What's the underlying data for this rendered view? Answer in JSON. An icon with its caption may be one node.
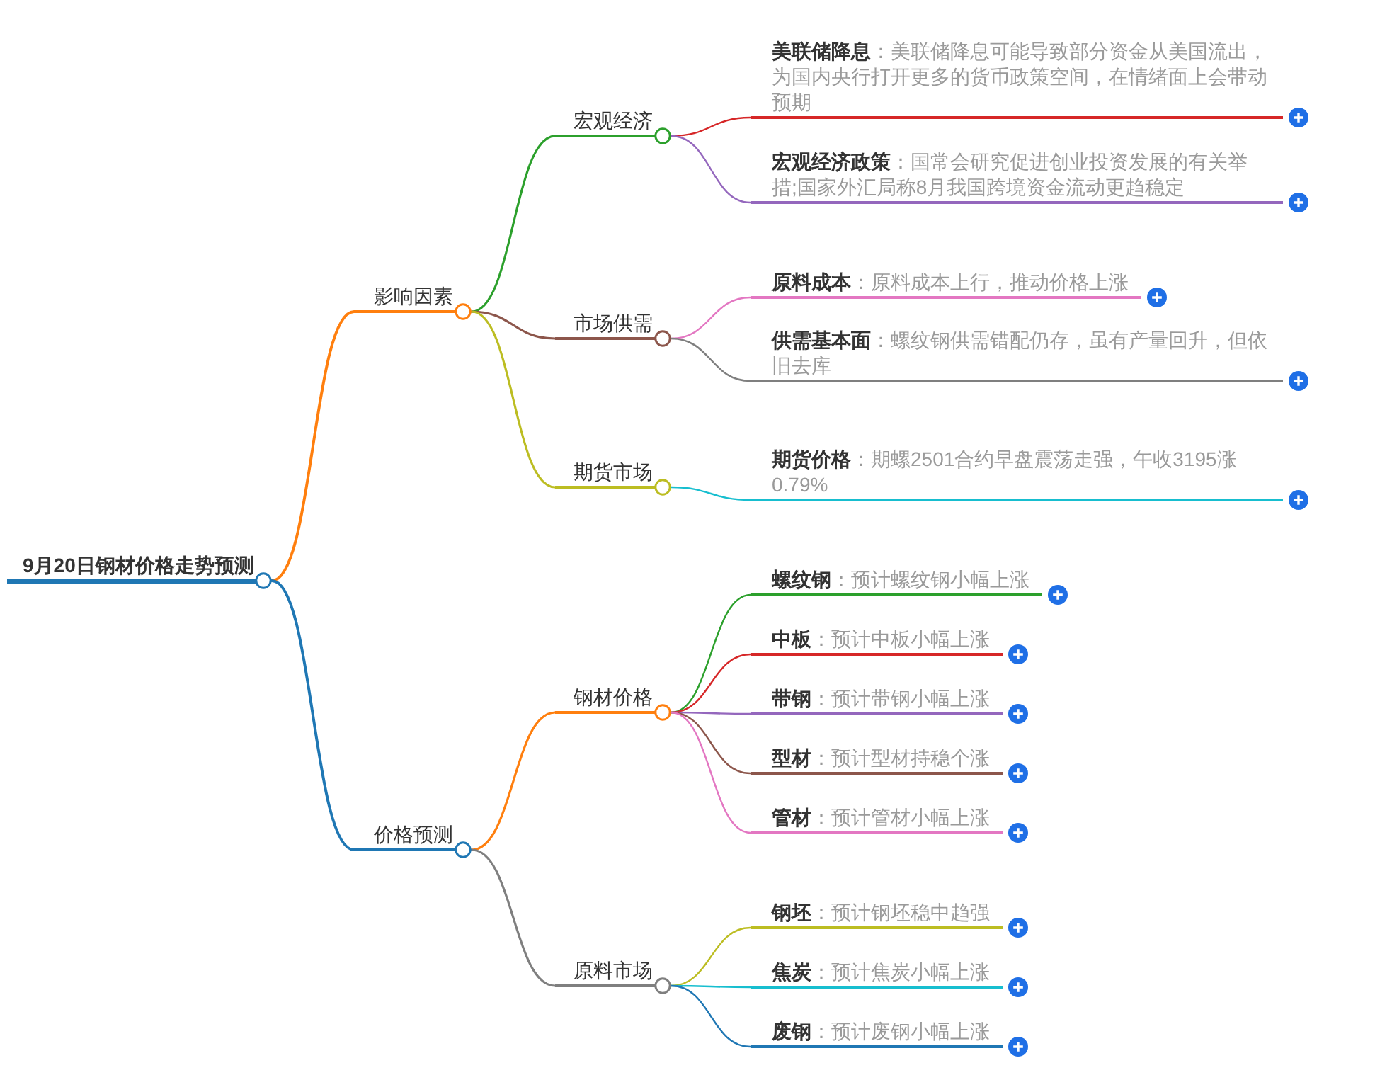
{
  "diagram": {
    "nodes": [
      {
        "text": [
          "9月20日钢材价格走势预测"
        ]
      },
      {
        "text": [
          "影响因素"
        ]
      },
      {
        "text": [
          "宏观经济"
        ]
      },
      {
        "text": [
          "**美联储降息**：美联储降息可能导致部分资金从美国流出，为国内央行打开更多的货币政策空间，在情绪面上会带动预期"
        ]
      },
      {
        "text": [
          "**宏观经济政策**：国常会研究促进创业投资发展的有关举措;国家外汇局称8月我国跨境资金流动更趋稳定"
        ]
      },
      {
        "text": [
          "市场供需"
        ]
      },
      {
        "text": [
          "**原料成本**：原料成本上行，推动价格上涨"
        ]
      },
      {
        "text": [
          "**供需基本面**：螺纹钢供需错配仍存，虽有产量回升，但依旧去库"
        ]
      },
      {
        "text": [
          "期货市场"
        ]
      },
      {
        "text": [
          "**期货价格**：期螺2501合约早盘震荡走强，午收3195涨0.79%"
        ]
      },
      {
        "text": [
          "价格预测"
        ]
      },
      {
        "text": [
          "钢材价格"
        ]
      },
      {
        "text": [
          "**螺纹钢**：预计螺纹钢小幅上涨"
        ]
      },
      {
        "text": [
          "**中板**：预计中板小幅上涨"
        ]
      },
      {
        "text": [
          "**带钢**：预计带钢小幅上涨"
        ]
      },
      {
        "text": [
          "**型材**：预计型材持稳个涨"
        ]
      },
      {
        "text": [
          "**管材**：预计管材小幅上涨"
        ]
      },
      {
        "text": [
          "原料市场"
        ]
      },
      {
        "text": [
          "**钢坯**：预计钢坯稳中趋强"
        ]
      },
      {
        "text": [
          "**焦炭**：预计焦炭小幅上涨"
        ]
      },
      {
        "text": [
          "**废钢**：预计废钢小幅上涨"
        ]
      }
    ],
    "edges": [
      {
        "from": 0,
        "to": 1,
        "arrow": "none",
        "color": "#ff7f0e"
      },
      {
        "from": 1,
        "to": 2,
        "arrow": "none",
        "color": "#2ca02c"
      },
      {
        "from": 2,
        "to": 3,
        "arrow": "none",
        "color": "#d62728"
      },
      {
        "from": 2,
        "to": 4,
        "arrow": "none",
        "color": "#9467bd"
      },
      {
        "from": 1,
        "to": 5,
        "arrow": "none",
        "color": "#8c564b"
      },
      {
        "from": 5,
        "to": 6,
        "arrow": "none",
        "color": "#e377c2"
      },
      {
        "from": 5,
        "to": 7,
        "arrow": "none",
        "color": "#7f7f7f"
      },
      {
        "from": 1,
        "to": 8,
        "arrow": "none",
        "color": "#bcbd22"
      },
      {
        "from": 8,
        "to": 9,
        "arrow": "none",
        "color": "#17becf"
      },
      {
        "from": 0,
        "to": 10,
        "arrow": "none",
        "color": "#1f77b4"
      },
      {
        "from": 10,
        "to": 11,
        "arrow": "none",
        "color": "#ff7f0e"
      },
      {
        "from": 11,
        "to": 12,
        "arrow": "none",
        "color": "#2ca02c"
      },
      {
        "from": 11,
        "to": 13,
        "arrow": "none",
        "color": "#d62728"
      },
      {
        "from": 11,
        "to": 14,
        "arrow": "none",
        "color": "#9467bd"
      },
      {
        "from": 11,
        "to": 15,
        "arrow": "none",
        "color": "#8c564b"
      },
      {
        "from": 11,
        "to": 16,
        "arrow": "none",
        "color": "#e377c2"
      },
      {
        "from": 10,
        "to": 17,
        "arrow": "none",
        "color": "#7f7f7f"
      },
      {
        "from": 17,
        "to": 18,
        "arrow": "none",
        "color": "#bcbd22"
      },
      {
        "from": 17,
        "to": 19,
        "arrow": "none",
        "color": "#17becf"
      },
      {
        "from": 17,
        "to": 20,
        "arrow": "none",
        "color": "#1f77b4"
      }
    ]
  }
}
